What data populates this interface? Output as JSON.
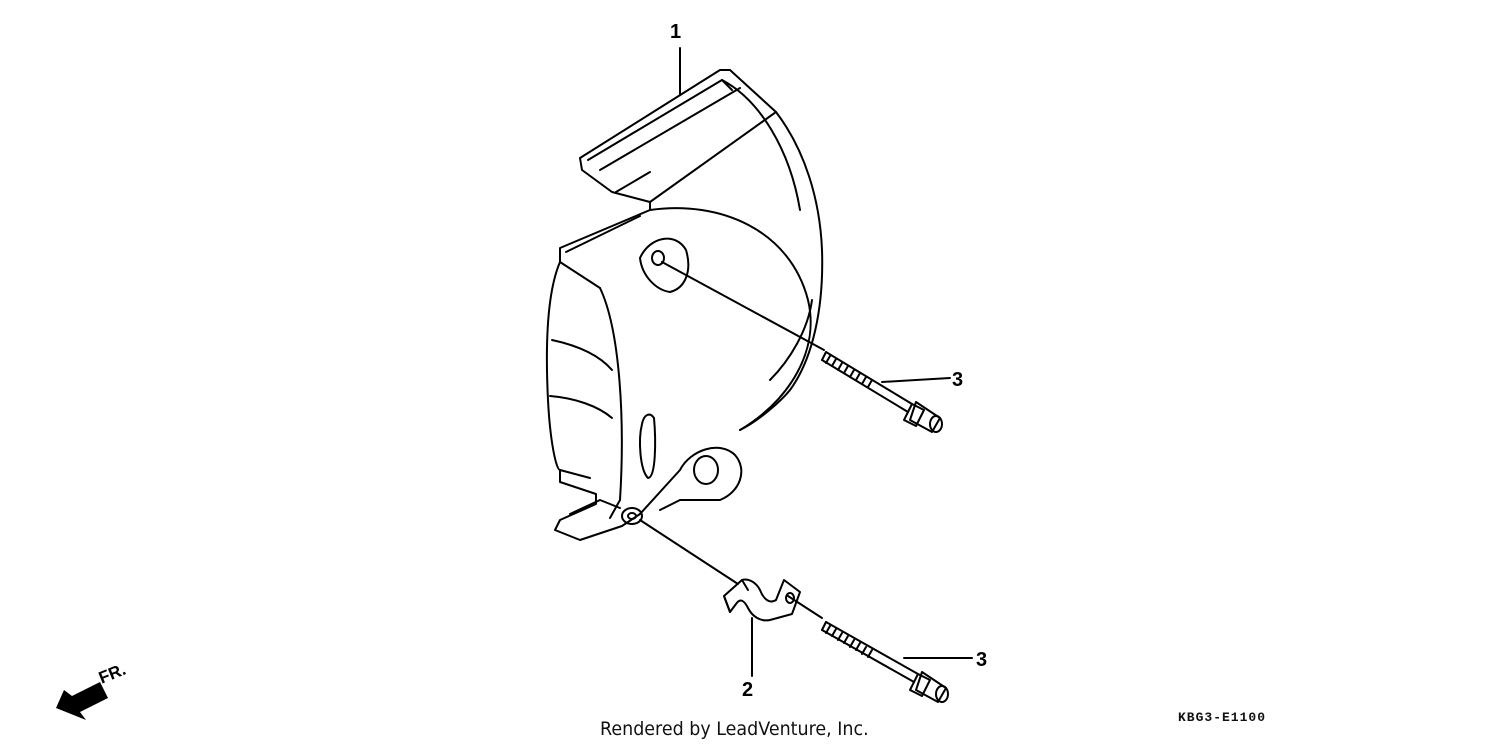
{
  "callouts": [
    {
      "id": "1",
      "label": "1"
    },
    {
      "id": "2",
      "label": "2"
    },
    {
      "id": "3a",
      "label": "3"
    },
    {
      "id": "3b",
      "label": "3"
    }
  ],
  "direction_indicator": {
    "label": "FR.",
    "icon": "front-direction-arrow-icon"
  },
  "credit": "Rendered by LeadVenture, Inc.",
  "diagram_code": "KBG3-E1100",
  "colors": {
    "line": "#000000",
    "background": "#ffffff"
  }
}
